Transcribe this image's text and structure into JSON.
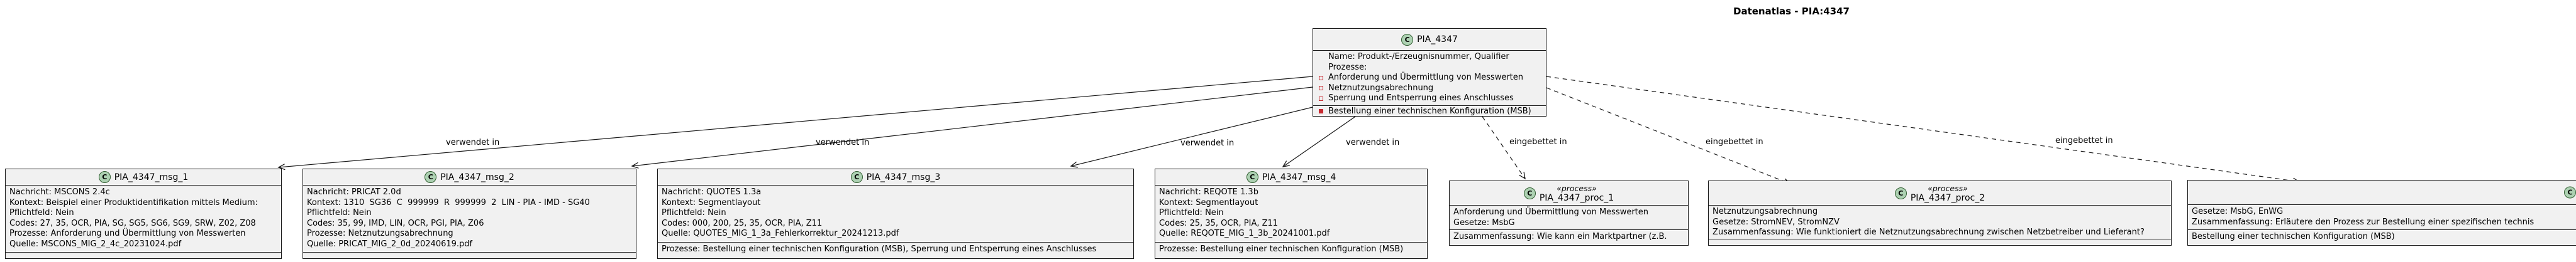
{
  "title": "Datenatlas - PIA:4347",
  "icons": {
    "class_letter": "C"
  },
  "colors": {
    "box_fill": "#F1F1F1",
    "box_border": "#181818",
    "class_icon_bg": "#ADD1B2",
    "marker_red": "#C82930"
  },
  "central": {
    "title": "PIA_4347",
    "name_line": "Name: Produkt-/Erzeugnisnummer, Qualifier",
    "prozesse_label": "Prozesse:",
    "processes": [
      "Anforderung und Übermittlung von Messwerten",
      "Netznutzungsabrechnung",
      "Sperrung und Entsperrung eines Anschlusses"
    ],
    "method": "Bestellung einer technischen Konfiguration (MSB)"
  },
  "boxes": {
    "msg1": {
      "title": "PIA_4347_msg_1",
      "fields": [
        "Nachricht: MSCONS 2.4c",
        "Kontext: Beispiel einer Produktidentifikation mittels Medium:",
        "Pflichtfeld: Nein",
        "Codes: 27, 35, OCR, PIA, SG, SG5, SG6, SG9, SRW, Z02, Z08",
        "Prozesse: Anforderung und Übermittlung von Messwerten",
        "Quelle: MSCONS_MIG_2_4c_20231024.pdf"
      ]
    },
    "msg2": {
      "title": "PIA_4347_msg_2",
      "fields": [
        "Nachricht: PRICAT 2.0d",
        "Kontext: 1310  SG36  C  999999  R  999999  2  LIN - PIA - IMD - SG40",
        "Pflichtfeld: Nein",
        "Codes: 35, 99, IMD, LIN, OCR, PGI, PIA, Z06",
        "Prozesse: Netznutzungsabrechnung",
        "Quelle: PRICAT_MIG_2_0d_20240619.pdf"
      ]
    },
    "msg3": {
      "title": "PIA_4347_msg_3",
      "fields": [
        "Nachricht: QUOTES 1.3a",
        "Kontext: Segmentlayout",
        "Pflichtfeld: Nein",
        "Codes: 000, 200, 25, 35, OCR, PIA, Z11",
        "Quelle: QUOTES_MIG_1_3a_Fehlerkorrektur_20241213.pdf"
      ],
      "method": "Prozesse: Bestellung einer technischen Konfiguration (MSB), Sperrung und Entsperrung eines Anschlusses"
    },
    "msg4": {
      "title": "PIA_4347_msg_4",
      "fields": [
        "Nachricht: REQOTE 1.3b",
        "Kontext: Segmentlayout",
        "Pflichtfeld: Nein",
        "Codes: 25, 35, OCR, PIA, Z11",
        "Quelle: REQOTE_MIG_1_3b_20241001.pdf"
      ],
      "method": "Prozesse: Bestellung einer technischen Konfiguration (MSB)"
    },
    "proc1": {
      "stereotype": "«process»",
      "title": "PIA_4347_proc_1",
      "fields": [
        "Anforderung und Übermittlung von Messwerten",
        "Gesetze: MsbG"
      ],
      "method": "Zusammenfassung: Wie kann ein Marktpartner (z.B."
    },
    "proc2": {
      "stereotype": "«process»",
      "title": "PIA_4347_proc_2",
      "fields": [
        "Netznutzungsabrechnung",
        "Gesetze: StromNEV, StromNZV",
        "Zusammenfassung: Wie funktioniert die Netznutzungsabrechnung zwischen Netzbetreiber und Lieferant?"
      ]
    },
    "proc3": {
      "fields": [
        "Gesetze: MsbG, EnWG",
        "Zusammenfassung: Erläutere den Prozess zur Bestellung einer spezifischen technis"
      ],
      "method": "Bestellung einer technischen Konfiguration (MSB)"
    }
  },
  "edge_labels": [
    "verwendet in",
    "verwendet in",
    "verwendet in",
    "verwendet in",
    "eingebettet in",
    "eingebettet in",
    "eingebettet in"
  ]
}
